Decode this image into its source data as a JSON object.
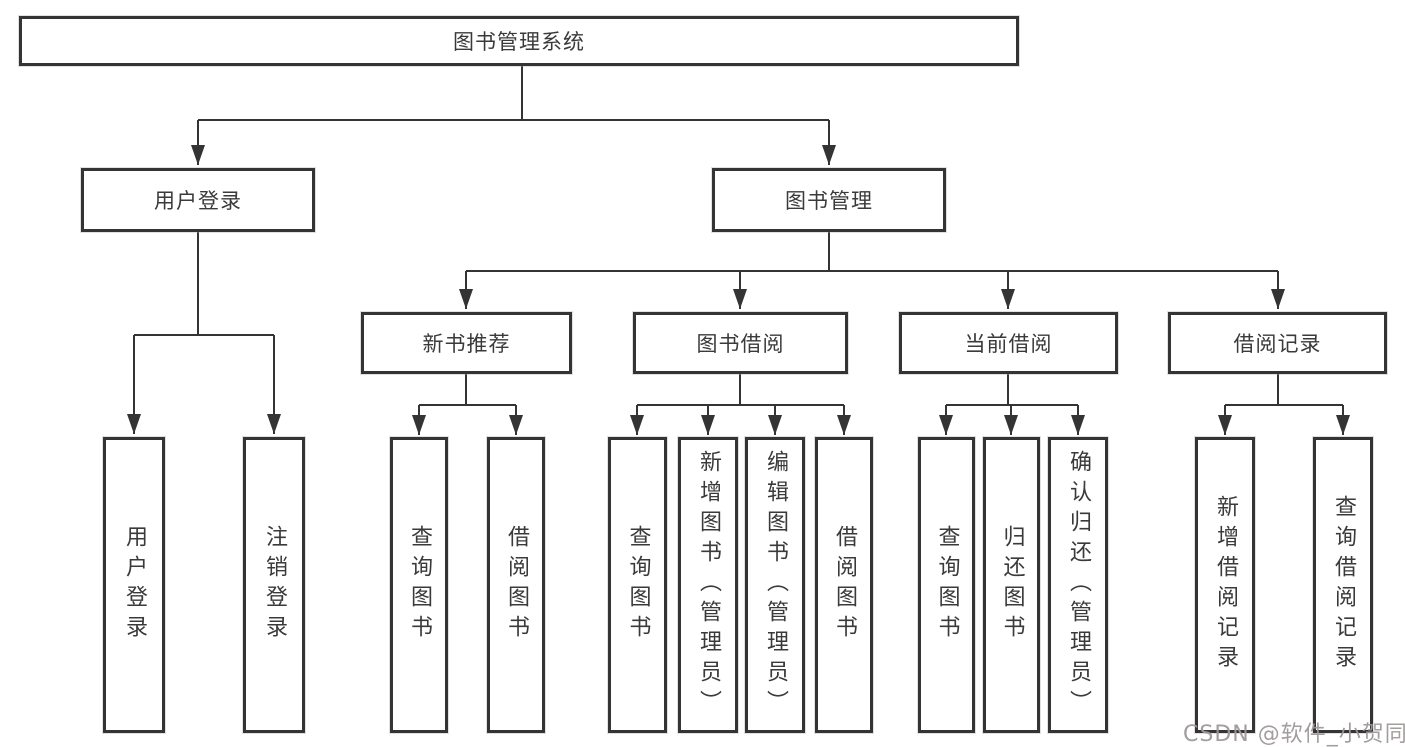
{
  "tree": {
    "root": {
      "label": "图书管理系统",
      "children": [
        {
          "label": "用户登录",
          "children": [
            {
              "label": "用户登录"
            },
            {
              "label": "注销登录"
            }
          ]
        },
        {
          "label": "图书管理",
          "children": [
            {
              "label": "新书推荐",
              "children": [
                {
                  "label": "查询图书"
                },
                {
                  "label": "借阅图书"
                }
              ]
            },
            {
              "label": "图书借阅",
              "children": [
                {
                  "label": "查询图书"
                },
                {
                  "label": "新增图书（管理员）"
                },
                {
                  "label": "编辑图书（管理员）"
                },
                {
                  "label": "借阅图书"
                }
              ]
            },
            {
              "label": "当前借阅",
              "children": [
                {
                  "label": "查询图书"
                },
                {
                  "label": "归还图书"
                },
                {
                  "label": "确认归还（管理员）"
                }
              ]
            },
            {
              "label": "借阅记录",
              "children": [
                {
                  "label": "新增借阅记录"
                },
                {
                  "label": "查询借阅记录"
                }
              ]
            }
          ]
        }
      ]
    }
  },
  "watermark": {
    "text": "CSDN @软件_小贺同学"
  },
  "colors": {
    "line": "#343434",
    "text": "#3a3a3a",
    "background": "#ffffff",
    "watermark": "#9e9898"
  }
}
